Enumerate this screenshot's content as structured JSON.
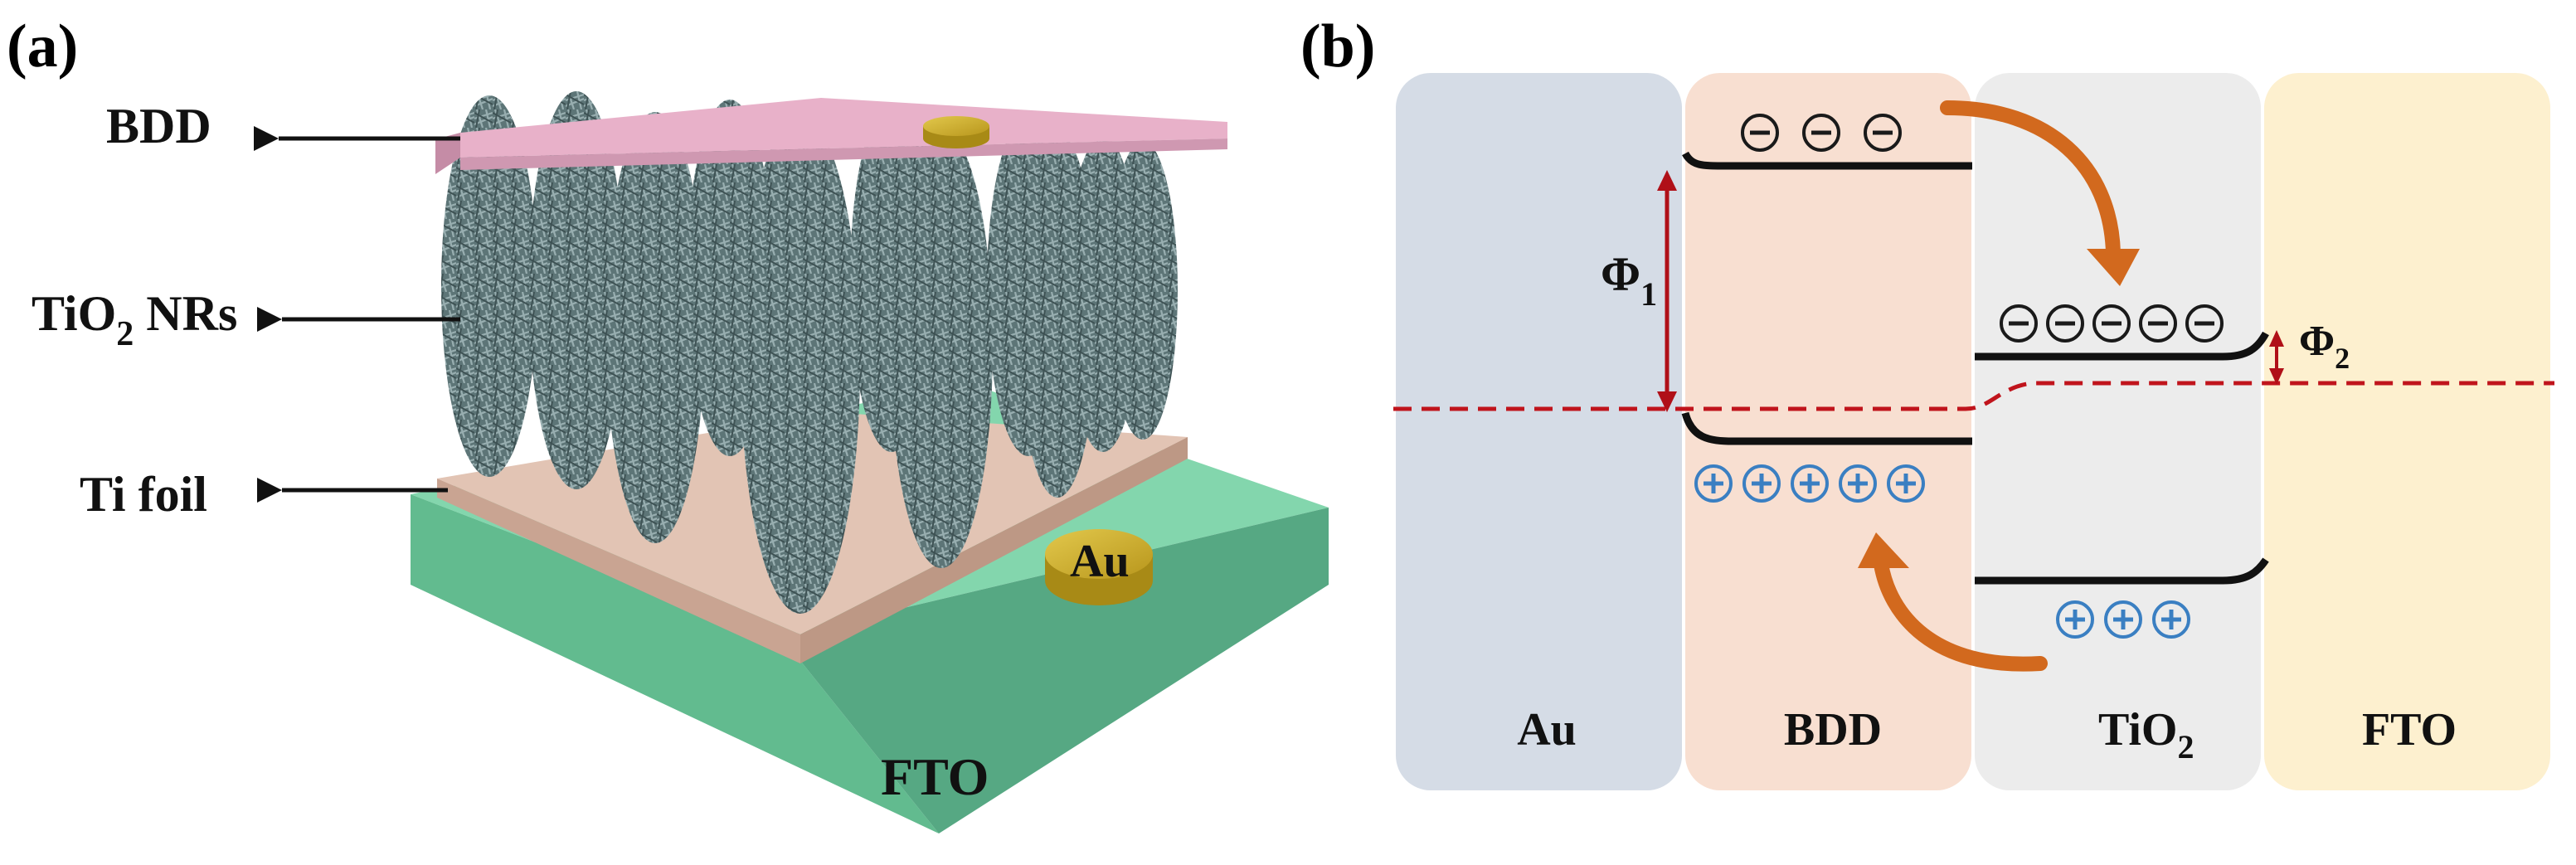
{
  "panel_a": {
    "label": "(a)",
    "labels": {
      "bdd": "BDD",
      "tio2_main": "TiO",
      "tio2_sub": "2",
      "tio2_rest": " NRs",
      "ti_foil": "Ti foil",
      "au": "Au",
      "fto": "FTO"
    },
    "colors": {
      "bdd": "#e6aac4",
      "ti_foil": "#dbb9a8",
      "fto": "#78d2a6",
      "au": "#c4a628",
      "nanorod": "#5d7577"
    }
  },
  "panel_b": {
    "label": "(b)",
    "regions": [
      {
        "name": "Au",
        "sub": "",
        "color": "#d5dce6"
      },
      {
        "name": "BDD",
        "sub": "",
        "color": "#f8dfd1"
      },
      {
        "name": "TiO",
        "sub": "2",
        "color": "#ececec"
      },
      {
        "name": "FTO",
        "sub": "",
        "color": "#fdf0cf"
      }
    ],
    "phi1_main": "Φ",
    "phi1_sub": "1",
    "phi2_main": "Φ",
    "phi2_sub": "2",
    "charge_minus": "−",
    "charge_plus": "+",
    "colors": {
      "fermi_level": "#c0141c",
      "arrow": "#d2691e",
      "plus_charge": "#3a7fc2",
      "minus_charge": "#1a1a1a"
    }
  }
}
